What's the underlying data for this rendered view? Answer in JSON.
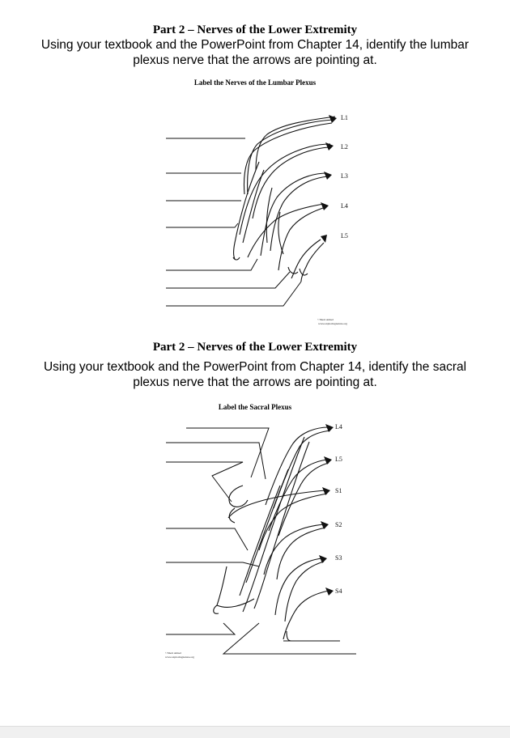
{
  "section1": {
    "heading": "Part 2 – Nerves of the Lower Extremity",
    "instructions": "Using your textbook and the PowerPoint from Chapter 14, identify the lumbar plexus nerve that the arrows are pointing at.",
    "diagram_title": "Label the Nerves of the Lumbar Plexus",
    "roots": [
      "L1",
      "L2",
      "L3",
      "L4",
      "L5"
    ],
    "credit_line1": "©Sheri Amsel",
    "credit_line2": "www.exploringnature.org"
  },
  "section2": {
    "heading": "Part 2 – Nerves of the Lower Extremity",
    "instructions": "Using your textbook and the PowerPoint from Chapter 14, identify the sacral plexus nerve that the arrows are pointing at.",
    "diagram_title": "Label the Sacral Plexus",
    "roots": [
      "L4",
      "L5",
      "S1",
      "S2",
      "S3",
      "S4"
    ],
    "credit_line1": "©Sheri Amsel",
    "credit_line2": "www.exploringnature.org"
  }
}
